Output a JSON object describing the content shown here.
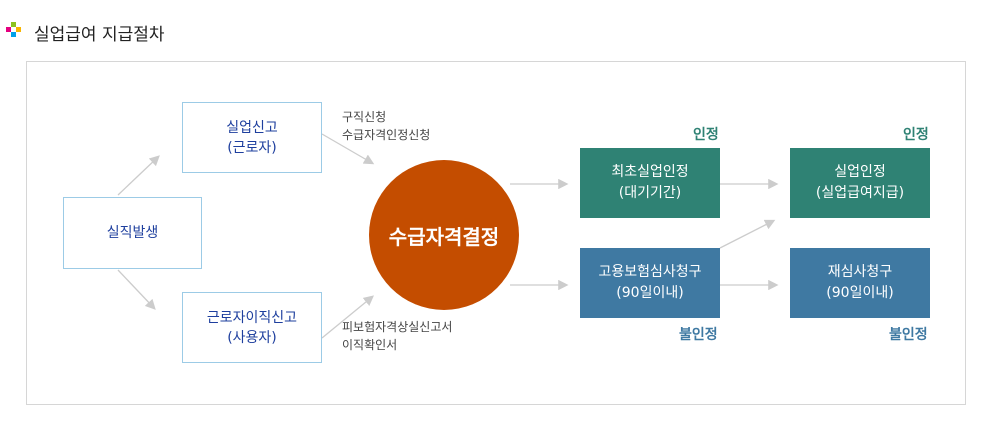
{
  "title": "실업급여 지급절차",
  "colors": {
    "green": "#2f8274",
    "blue": "#3f79a2",
    "circle": "#c44d00",
    "box_border": "#9ccbe6"
  },
  "nodes": {
    "occur": {
      "line1": "실직발생"
    },
    "report": {
      "line1": "실업신고",
      "line2": "(근로자)"
    },
    "separation": {
      "line1": "근로자이직신고",
      "line2": "(사용자)"
    },
    "decision": {
      "line1": "수급자격결정"
    },
    "first": {
      "line1": "최초실업인정",
      "line2": "(대기기간)"
    },
    "appeal": {
      "line1": "고용보험심사청구",
      "line2": "(90일이내)"
    },
    "recognized": {
      "line1": "실업인정",
      "line2": "(실업급여지급)"
    },
    "reappeal": {
      "line1": "재심사청구",
      "line2": "(90일이내)"
    }
  },
  "notes": {
    "top": [
      "구직신청",
      "수급자격인정신청"
    ],
    "bottom": [
      "피보험자격상실신고서",
      "이직확인서"
    ]
  },
  "labels": {
    "approved": "인정",
    "rejected": "불인정"
  }
}
